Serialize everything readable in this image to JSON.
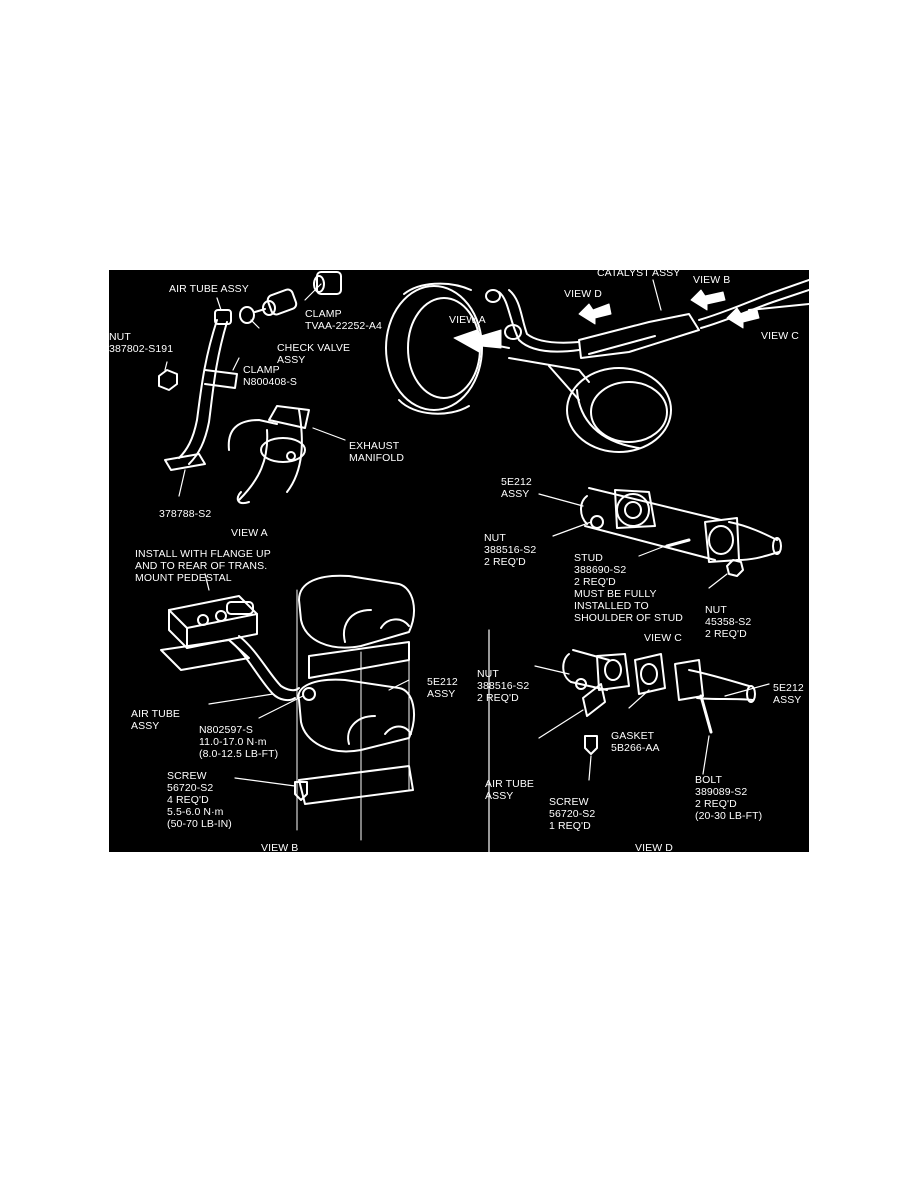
{
  "labels": {
    "air_tube_assy_a": "AIR TUBE ASSY",
    "clamp_a": "CLAMP\nTVAA-22252-A4",
    "nut_a": "NUT\n387802-S191",
    "check_valve": "CHECK VALVE\nASSY",
    "clamp_b": "CLAMP\nN800408-S",
    "exhaust_manifold": "EXHAUST\nMANIFOLD",
    "part_378788": "378788-S2",
    "view_a_caption": "VIEW A",
    "catalyst_assy": "CATALYST ASSY",
    "view_b_arrow": "VIEW B",
    "view_d_arrow": "VIEW D",
    "view_a_arrow": "VIEW A",
    "view_c_arrow": "VIEW C",
    "assy_5e212_c": "5E212\nASSY",
    "nut_c": "NUT\n388516-S2\n2 REQ'D",
    "stud_c": "STUD\n388690-S2\n2 REQ'D\nMUST BE FULLY\nINSTALLED TO\nSHOULDER OF STUD",
    "nut_c2": "NUT\n45358-S2\n2 REQ'D",
    "view_c_caption": "VIEW C",
    "install_note": "INSTALL WITH FLANGE UP\nAND TO REAR OF TRANS.\nMOUNT PEDESTAL",
    "assy_5e212_b": "5E212\nASSY",
    "air_tube_assy_b": "AIR TUBE\nASSY",
    "n802597": "N802597-S\n11.0-17.0 N·m\n(8.0-12.5 LB-FT)",
    "screw_b": "SCREW\n56720-S2\n4 REQ'D\n5.5-6.0 N·m\n(50-70 LB-IN)",
    "view_b_caption": "VIEW B",
    "nut_d": "NUT\n388516-S2\n2 REQ'D",
    "assy_5e212_d": "5E212\nASSY",
    "gasket_d": "GASKET\n5B266-AA",
    "bolt_d": "BOLT\n389089-S2\n2 REQ'D\n(20-30 LB-FT)",
    "air_tube_assy_d": "AIR TUBE\nASSY",
    "screw_d": "SCREW\n56720-S2\n1 REQ'D",
    "view_d_caption": "VIEW D"
  }
}
